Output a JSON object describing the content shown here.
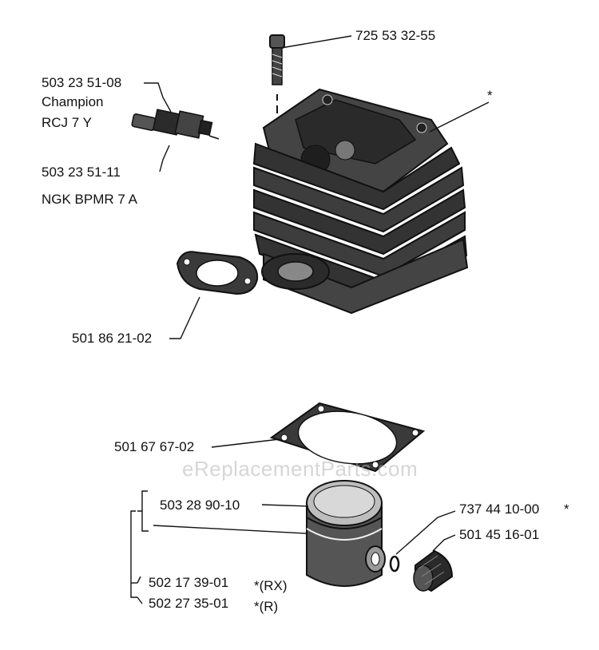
{
  "watermark": "eReplacementParts.com",
  "labels": {
    "bolt": "725 53 32-55",
    "cylinder": "*",
    "spark_plug_champion_no": "503 23 51-08",
    "spark_plug_champion_brand": "Champion",
    "spark_plug_champion_model": "RCJ 7 Y",
    "spark_plug_ngk_no": "503 23 51-11",
    "spark_plug_ngk_model": "NGK BPMR 7 A",
    "muffler_gasket": "501 86 21-02",
    "cylinder_gasket": "501 67 67-02",
    "piston_ring": "503 28 90-10",
    "circlip": "737 44 10-00",
    "circlip_star": "*",
    "needle_bearing": "501 45 16-01",
    "piston_rx": "502 17 39-01",
    "piston_rx_suffix": "*(RX)",
    "piston_r": "502 27 35-01",
    "piston_r_suffix": "*(R)"
  }
}
